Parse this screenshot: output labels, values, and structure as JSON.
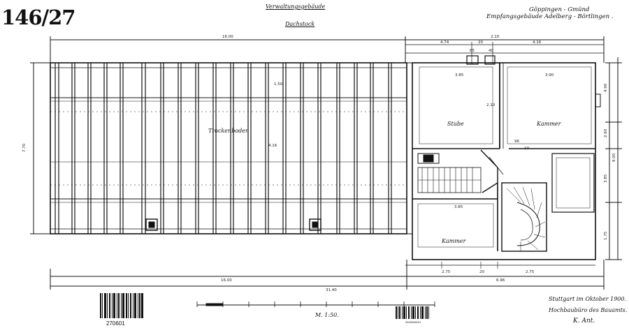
{
  "header": {
    "sheet_number": "146/27",
    "title_main": "Verwaltungsgebäude",
    "title_sub": "Dachstock",
    "project_place": "Göppingen - Gmünd",
    "project_building": "Empfangsgebäude Adelberg - Börtlingen ."
  },
  "rooms": {
    "attic": "Trockenboden",
    "stube": "Stube",
    "kammer_ne": "Kammer",
    "kammer_s": "Kammer"
  },
  "dimensions": {
    "left_top": "16.00",
    "right_top": "2.10",
    "bottom_overall": "31.40",
    "bottom_left": "16.00",
    "bottom_right": "6.96",
    "top_seg_1": "4.74",
    "top_seg_2": "20",
    "top_seg_3": "4.16",
    "top_seg_4": "65",
    "top_seg_5": "40",
    "room_stube_w": "3.85",
    "room_kammer_w": "3.90",
    "room_kammer_s_w": "3.85",
    "bottom_seg_1": "2.75",
    "bottom_seg_2": "20",
    "bottom_seg_3": "2.75",
    "left_height": "7.70",
    "right_height": "8.00",
    "right_seg_1": "4.90",
    "right_seg_2": "2.60",
    "right_seg_3": "1.75",
    "right_seg_4": "3.85",
    "interior_1": "2.10",
    "interior_2": "4.16",
    "interior_3": "1.50",
    "stair_1": "96",
    "stair_2": "10"
  },
  "footer": {
    "scale_label": "M. 1:50.",
    "signature_line1": "Stuttgart im Oktober 1900.",
    "signature_line2": "Hochbaubüro des Bauamts.",
    "signature_name": "K. Ant.",
    "barcode_left_number": "270601",
    "barcode_right_number": "2640008201"
  },
  "colors": {
    "ink": "#111111",
    "paper": "#ffffff"
  }
}
